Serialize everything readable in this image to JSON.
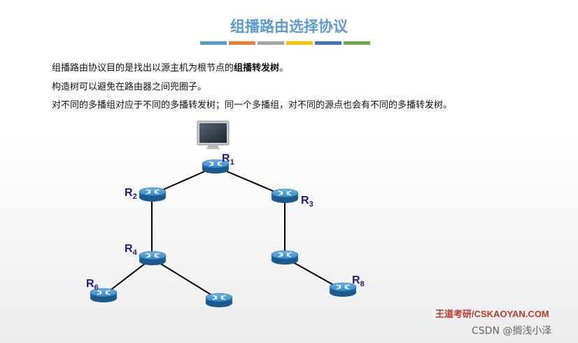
{
  "title": "组播路由选择协议",
  "color_bar": [
    "#5b9bd5",
    "#ed7d31",
    "#a5a5a5",
    "#ffc000",
    "#4472c4",
    "#70ad47"
  ],
  "paragraphs": {
    "line1_prefix": "组播路由协议目的是找出以源主机为根节点的",
    "line1_bold": "组播转发树",
    "line1_suffix": "。",
    "line2": "构造树可以避免在路由器之间兜圈子。",
    "line3": "对不同的多播组对应于不同的多播转发树；同一个多播组，对不同的源点也会有不同的多播转发树。"
  },
  "diagram": {
    "host": "host-computer",
    "routers": [
      {
        "id": "R1",
        "label": "R",
        "sub": "1"
      },
      {
        "id": "R2",
        "label": "R",
        "sub": "2"
      },
      {
        "id": "R3",
        "label": "R",
        "sub": "3"
      },
      {
        "id": "R4",
        "label": "R",
        "sub": "4"
      },
      {
        "id": "R5",
        "label": "",
        "sub": ""
      },
      {
        "id": "R6",
        "label": "R",
        "sub": "6"
      },
      {
        "id": "R7",
        "label": "",
        "sub": ""
      },
      {
        "id": "R8",
        "label": "R",
        "sub": "8"
      }
    ],
    "links": [
      [
        "R1",
        "R2"
      ],
      [
        "R1",
        "R3"
      ],
      [
        "R2",
        "R4"
      ],
      [
        "R3",
        "R5"
      ],
      [
        "R4",
        "R6"
      ],
      [
        "R4",
        "R7"
      ],
      [
        "R5",
        "R8"
      ]
    ]
  },
  "footer": {
    "brand": "王道考研/CSKAOYAN.COM",
    "watermark": "CSDN @搁浅小泽"
  }
}
